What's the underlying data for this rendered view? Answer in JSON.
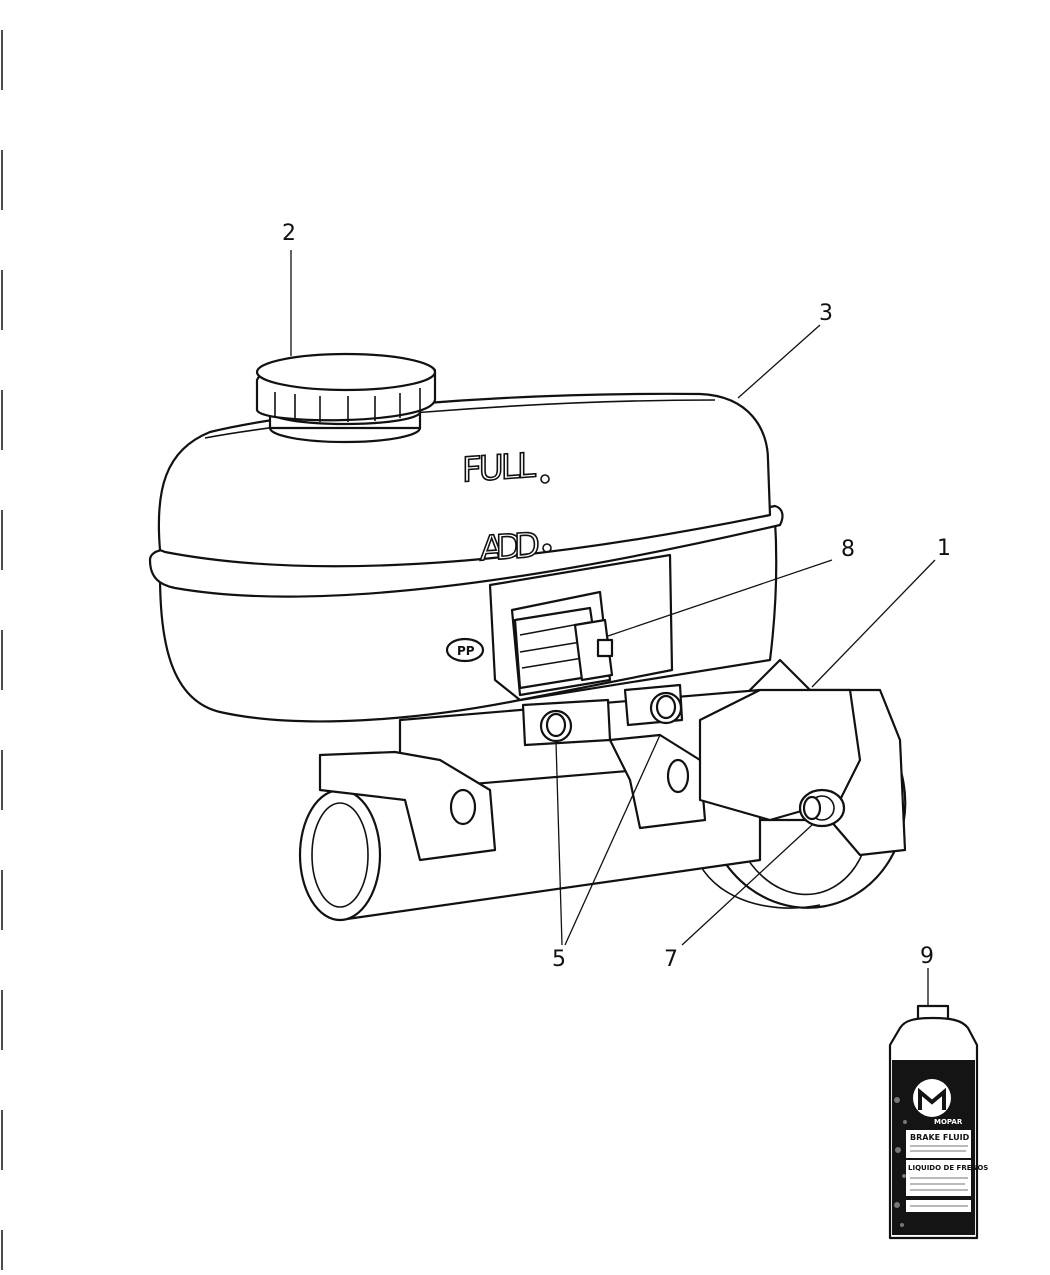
{
  "callouts": {
    "c1": "1",
    "c2": "2",
    "c3": "3",
    "c5": "5",
    "c7": "7",
    "c8": "8",
    "c9": "9"
  },
  "reservoir": {
    "full_mark": "FULL",
    "add_mark": "ADD",
    "material_mark": "PP"
  },
  "bottle": {
    "brand": "MOPAR",
    "label_en": "BRAKE FLUID",
    "label_es": "LIQUIDO DE FRENOS"
  }
}
